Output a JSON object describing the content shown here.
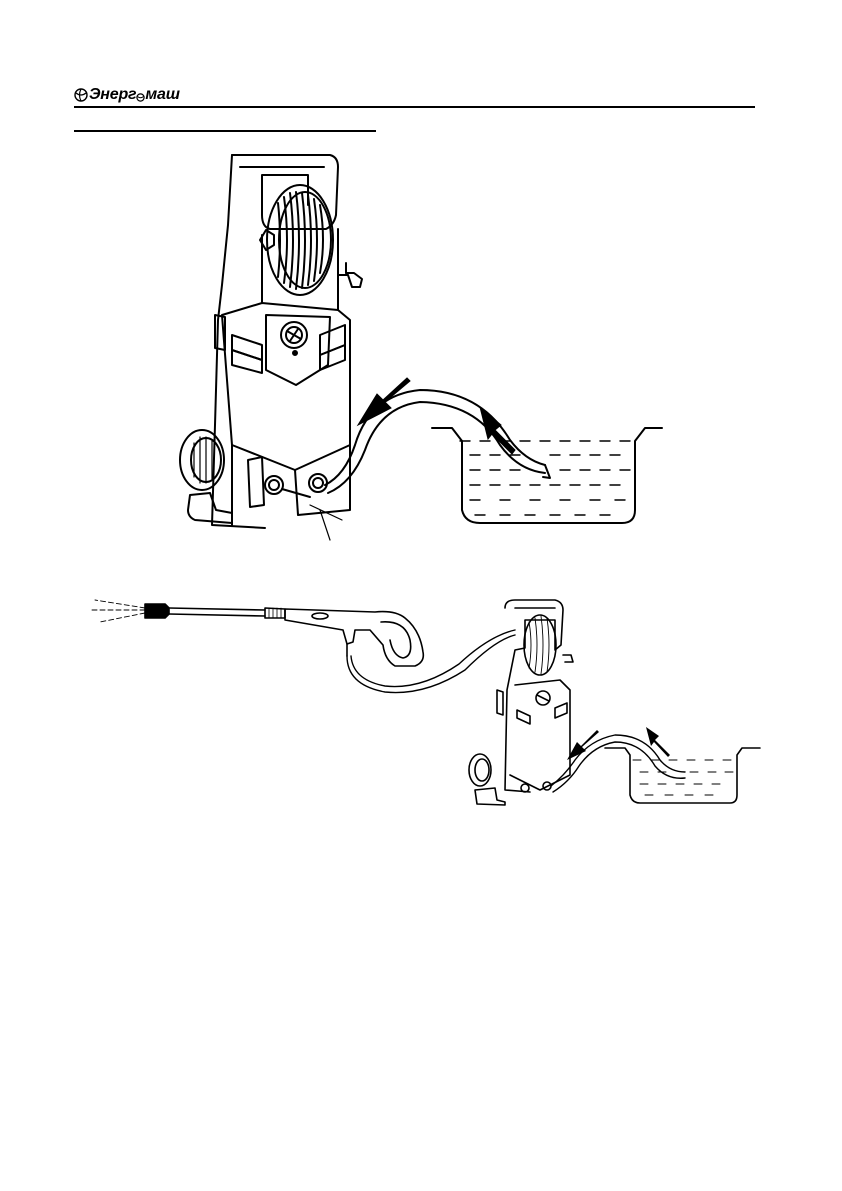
{
  "header": {
    "brand": "Энерг",
    "brand_after_mark": "маш"
  },
  "figures": [
    {
      "name": "washer-water-supply-from-container"
    },
    {
      "name": "washer-assembled-with-spray-gun"
    }
  ],
  "colors": {
    "ink": "#000000",
    "paper": "#ffffff"
  }
}
